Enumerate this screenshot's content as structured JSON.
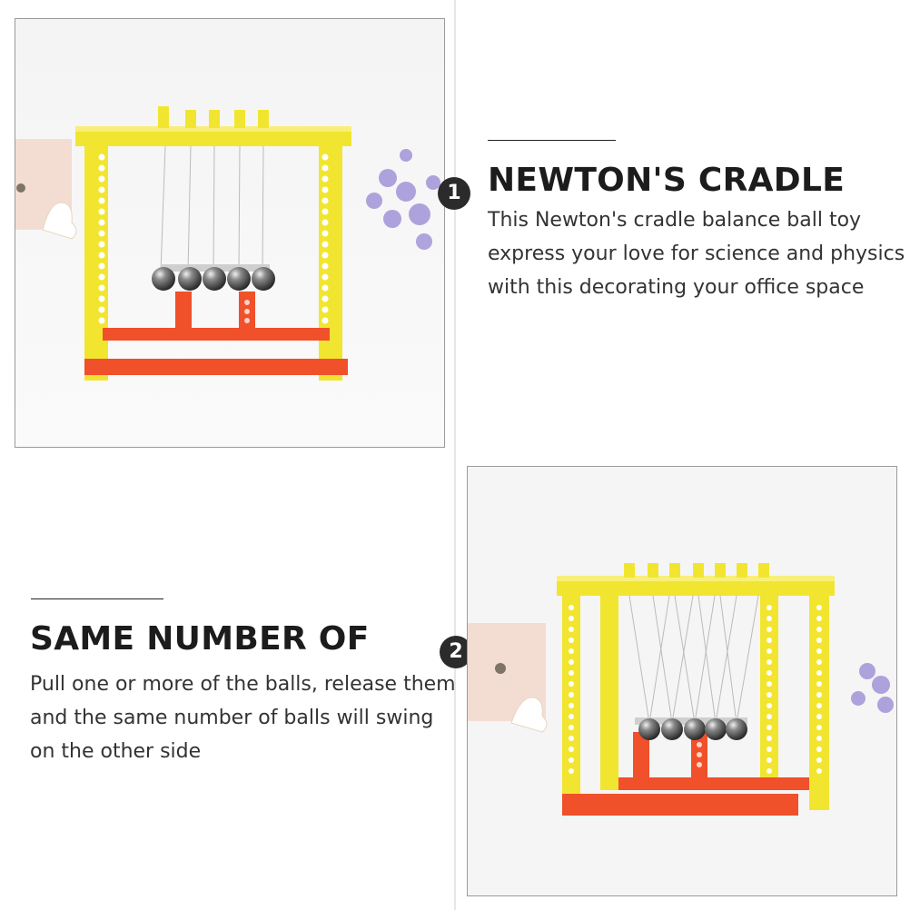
{
  "section1": {
    "number": "1",
    "title": "NEWTON'S CRADLE",
    "lines": [
      "This Newton's cradle balance ball toy",
      "express your love for science and physics",
      "with this decorating your office space"
    ]
  },
  "section2": {
    "number": "2",
    "title": "SAME NUMBER OF",
    "lines": [
      "Pull one or more of the balls, release them",
      "and the same number of balls will swing",
      "on the other side"
    ]
  },
  "colors": {
    "frame_yellow": "#f2e530",
    "base_red": "#f0502a",
    "badge": "#2b2b2b",
    "text_dark": "#1c1c1c"
  }
}
